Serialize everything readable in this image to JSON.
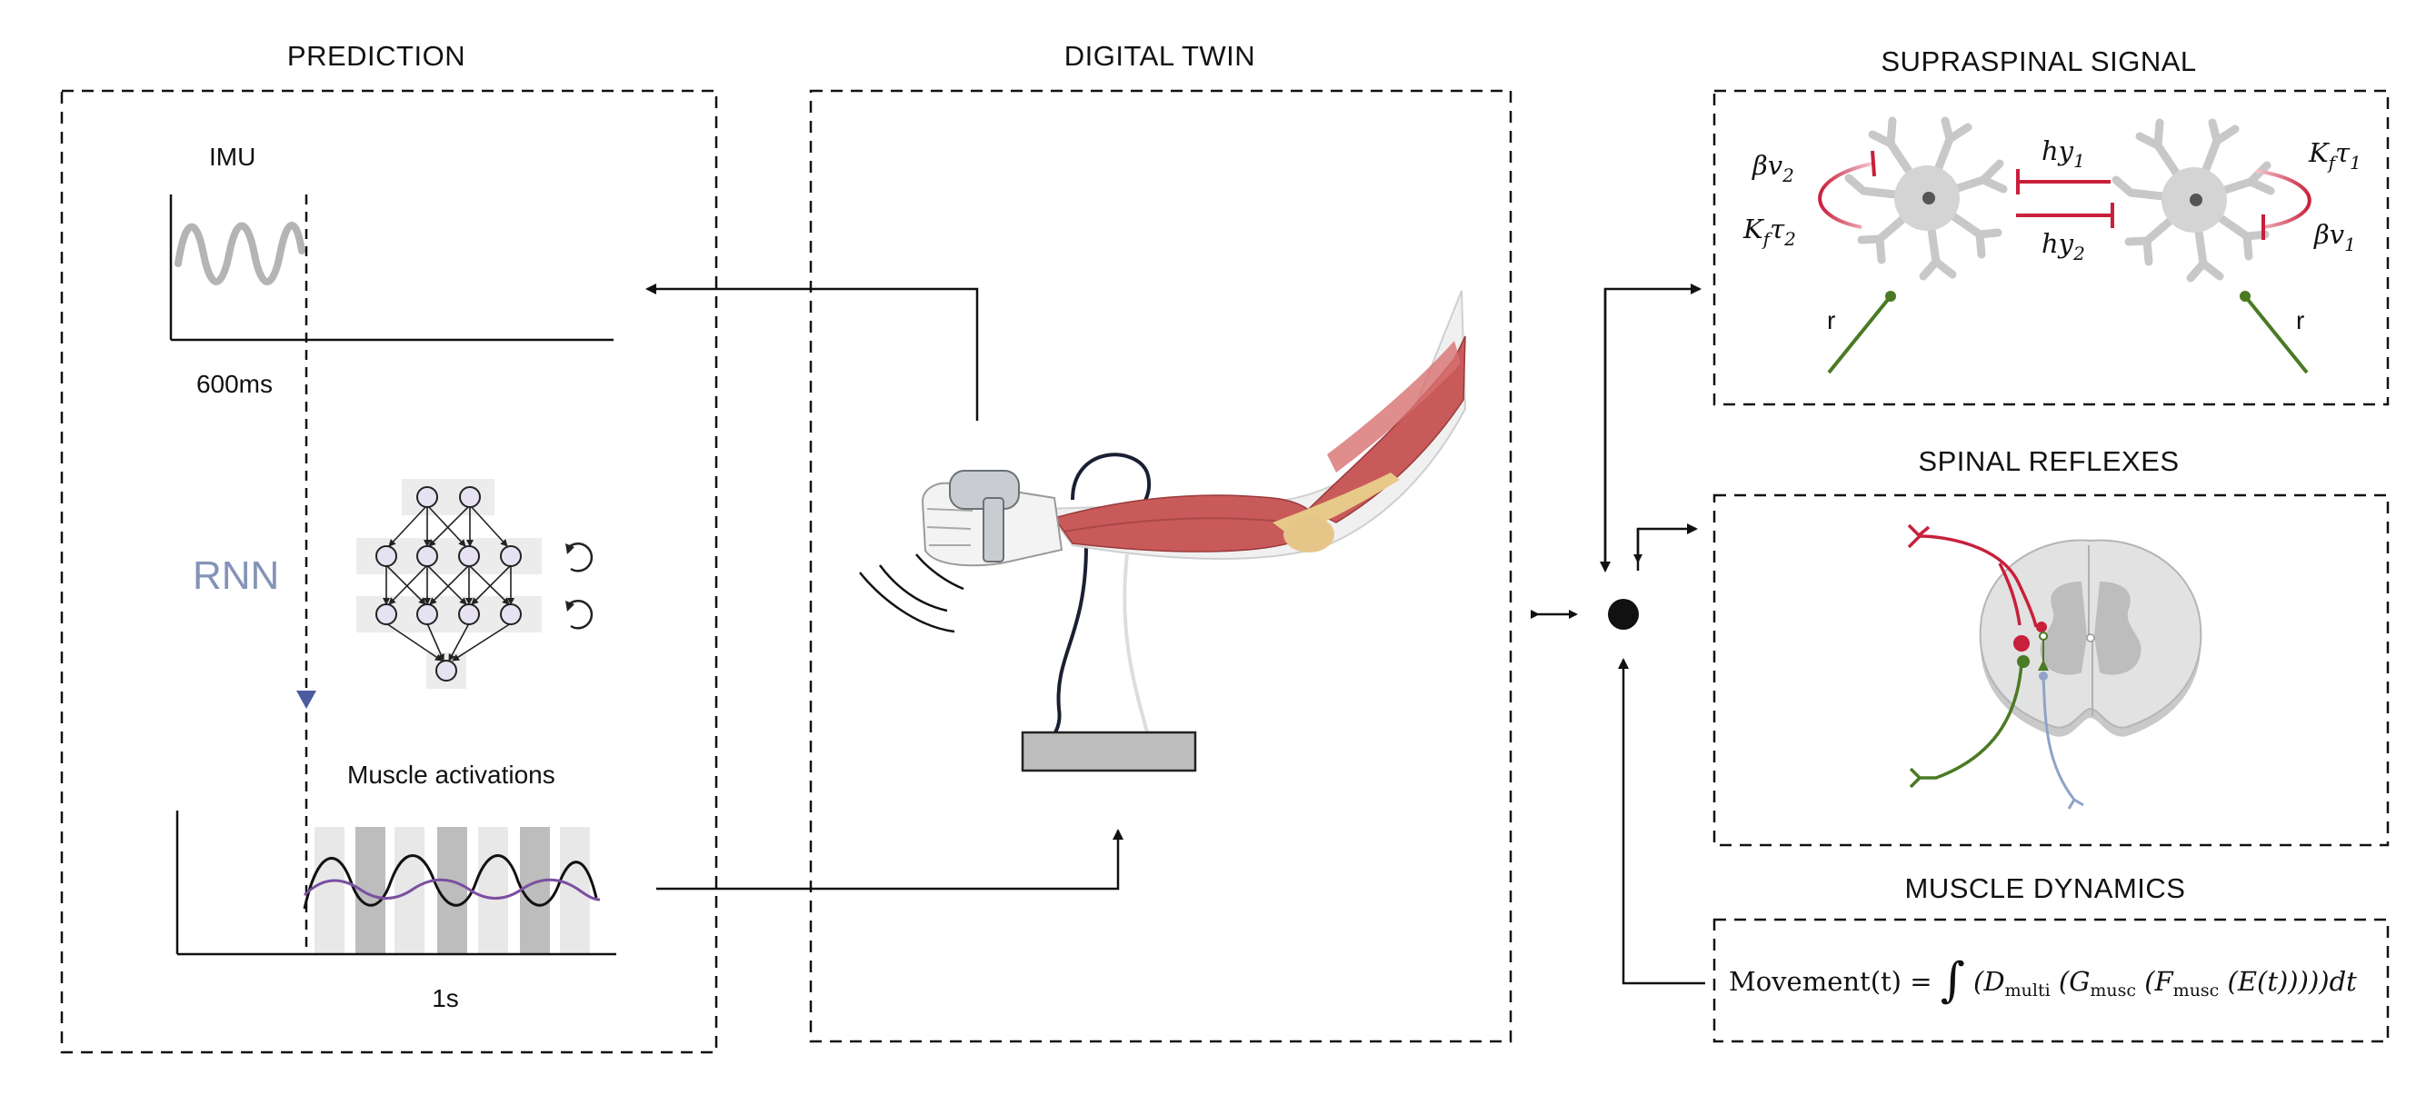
{
  "panels": {
    "prediction": "PREDICTION",
    "digital_twin": "DIGITAL TWIN",
    "supraspinal": "SUPRASPINAL SIGNAL",
    "spinal": "SPINAL REFLEXES",
    "muscle_dynamics": "MUSCLE DYNAMICS"
  },
  "prediction": {
    "imu_label": "IMU",
    "imu_window": "600ms",
    "model_label": "RNN",
    "activations_label": "Muscle activations",
    "activations_window": "1s"
  },
  "supraspinal": {
    "left_top": "βv",
    "left_top_sub": "2",
    "left_bottom": "K",
    "left_bottom_sub1": "f",
    "left_bottom_tau": "τ",
    "left_bottom_sub2": "2",
    "mid_top": "hy",
    "mid_top_sub": "1",
    "mid_bottom": "hy",
    "mid_bottom_sub": "2",
    "right_top": "K",
    "right_top_sub1": "f",
    "right_top_tau": "τ",
    "right_top_sub2": "1",
    "right_bottom": "βv",
    "right_bottom_sub": "1",
    "left_input": "r",
    "right_input": "r"
  },
  "equation": {
    "lhs": "Movement(t) = ",
    "integral": "∫",
    "open1": "(D",
    "multi": "multi",
    "open2": " (G",
    "musc1": "musc",
    "open3": " (F",
    "musc2": "musc",
    "tail": " (E(t)))))dt"
  },
  "colors": {
    "inhibition": "#c8203a",
    "excitatory": "#4a7a24",
    "rnn_arrow": "#4c5a9e",
    "rnn_text": "#8593b8",
    "imu_signal": "#b4b4b4",
    "activation_purple": "#7b4fa0",
    "muscle": "#c95a5a",
    "neuron": "#cfcfcf",
    "network_node": "#e6e2f2"
  },
  "icons": [
    "neural-network-icon",
    "neuron-icon",
    "spinal-cord-icon",
    "arm-icon",
    "imu-sensor-icon"
  ]
}
